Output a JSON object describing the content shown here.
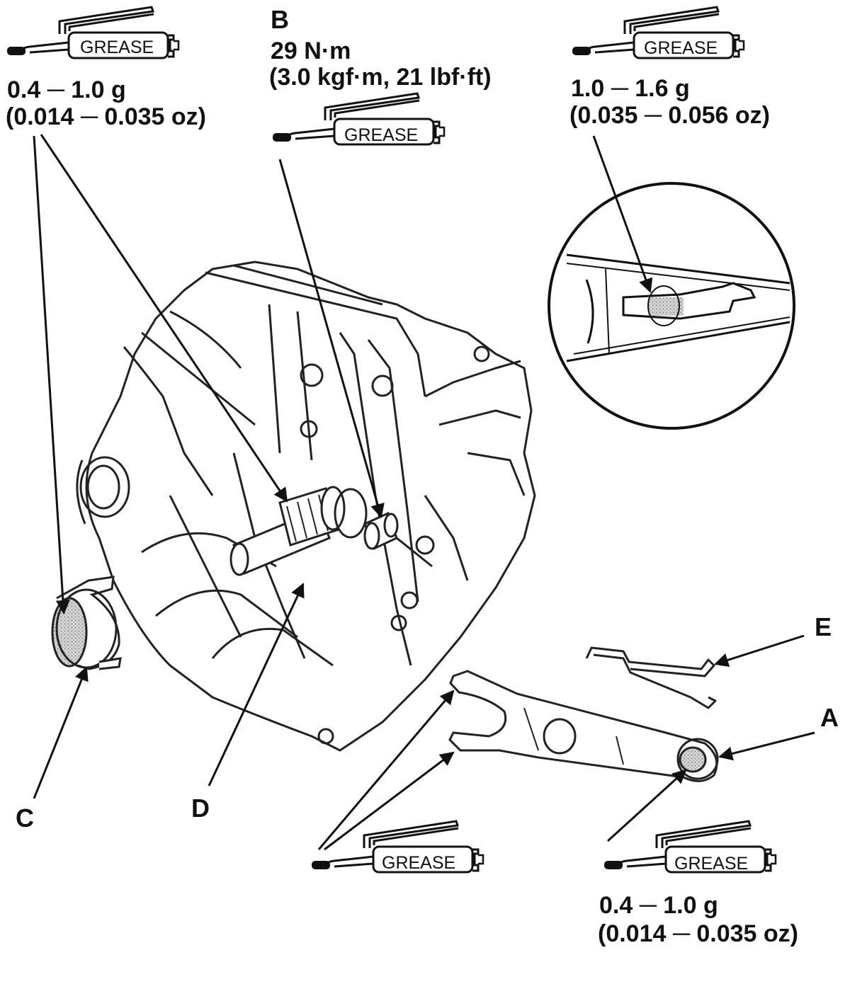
{
  "grease_label": "GREASE",
  "annotations": {
    "top_left": {
      "line1": "0.4 ─ 1.0 g",
      "line2": "(0.014 ─ 0.035 oz)"
    },
    "top_center": {
      "letter": "B",
      "line1": "29 N·m",
      "line2": "(3.0 kgf·m, 21 lbf·ft)"
    },
    "top_right": {
      "line1": "1.0 ─ 1.6 g",
      "line2": "(0.035 ─ 0.056 oz)"
    },
    "bottom_right": {
      "line1": "0.4 ─ 1.0 g",
      "line2": "(0.014 ─ 0.035 oz)"
    }
  },
  "part_labels": {
    "a": "A",
    "c": "C",
    "d": "D",
    "e": "E"
  },
  "colors": {
    "ink": "#111111",
    "hatch": "#9a9a9a"
  },
  "icons": [
    "grease-gun-icon"
  ]
}
